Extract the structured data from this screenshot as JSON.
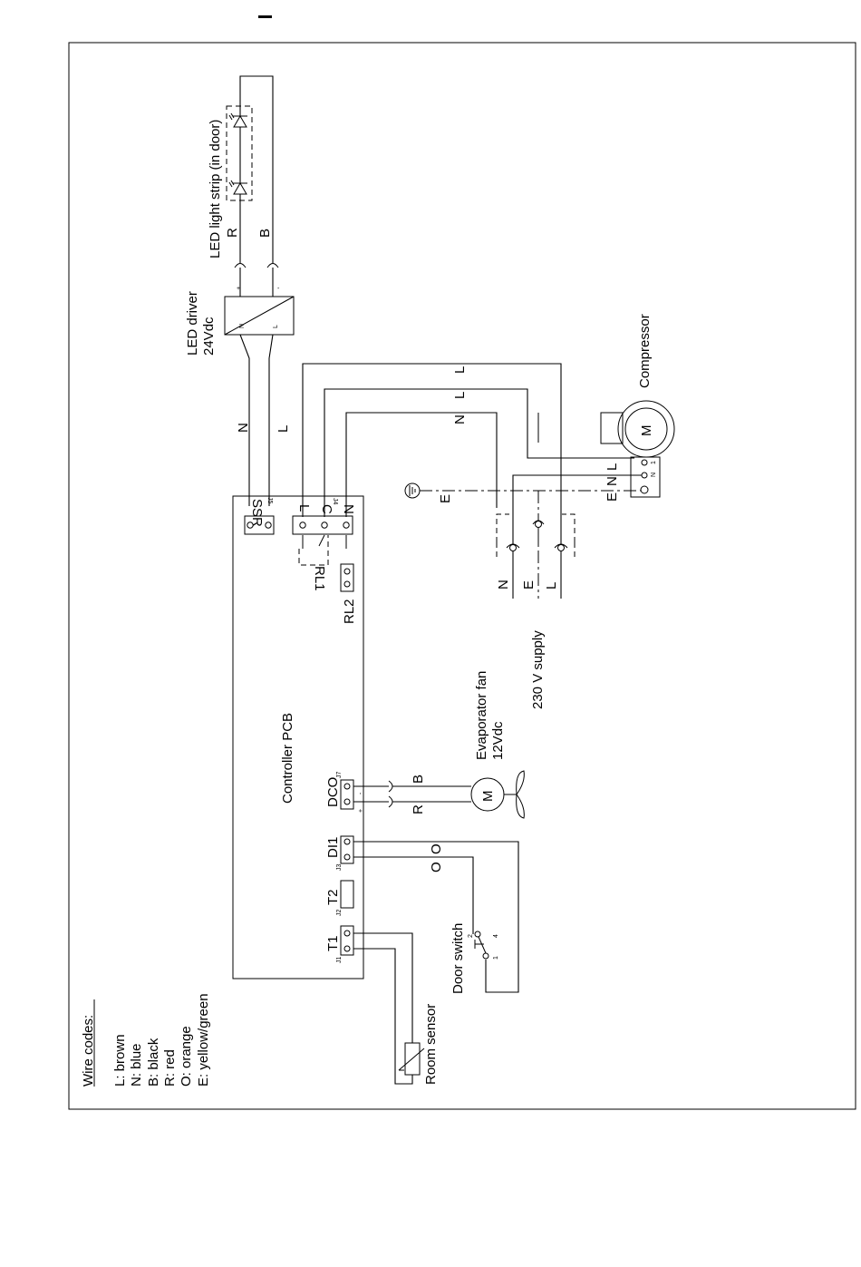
{
  "wire_codes": {
    "title": "Wire codes:",
    "items": [
      "L: brown",
      "N: blue",
      "B: black",
      "R: red",
      "O: orange",
      "E: yellow/green"
    ]
  },
  "components": {
    "led_strip": "LED light strip (in door)",
    "led_driver_line1": "LED driver",
    "led_driver_line2": "24Vdc",
    "compressor": "Compressor",
    "motor_symbol": "M",
    "supply": "230 V supply",
    "evap_fan_line1": "Evaporator fan",
    "evap_fan_line2": "12Vdc",
    "controller": "Controller PCB",
    "door_switch": "Door switch",
    "room_sensor": "Room sensor"
  },
  "connectors": {
    "ssr": "SSR",
    "rl1": "RL1",
    "rl2": "RL2",
    "dco": "DCO",
    "di1": "DI1",
    "t2": "T2",
    "t1": "T1",
    "j5": "J5",
    "j4": "J4",
    "j7": "J7",
    "j3": "J3",
    "j2": "J2",
    "j1": "J1",
    "rl1_l": "L",
    "rl1_c": "C",
    "rl1_n": "N"
  },
  "wire_labels": {
    "r": "R",
    "b": "B",
    "n": "N",
    "l": "L",
    "e": "E",
    "o": "O"
  },
  "small_marks": {
    "plus": "+",
    "minus": "-",
    "n": "N",
    "l": "L",
    "one": "1",
    "two": "2",
    "four": "4"
  }
}
